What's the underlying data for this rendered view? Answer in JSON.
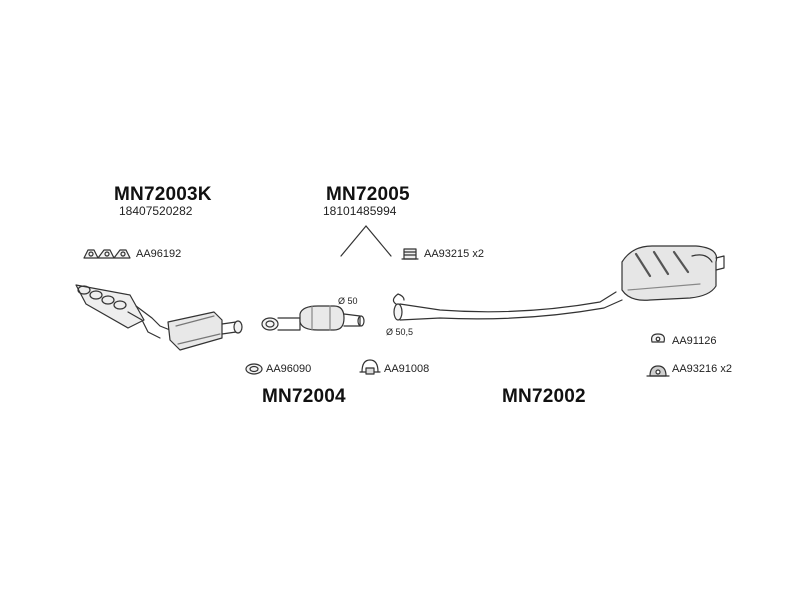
{
  "assemblies": {
    "manifold": {
      "code": "MN72003K",
      "part_number": "18407520282"
    },
    "front_pipe": {
      "code": "MN72005",
      "part_number": "18101485994"
    },
    "middle": {
      "code": "MN72004"
    },
    "rear": {
      "code": "MN72002"
    }
  },
  "accessories": {
    "manifold_gasket": {
      "ref": "AA96192"
    },
    "ring_gasket": {
      "ref": "AA96090"
    },
    "clamp": {
      "ref": "AA91008"
    },
    "bracket": {
      "ref": "AA93215",
      "qty": "x2"
    },
    "hanger": {
      "ref": "AA91126"
    },
    "rubber_mount": {
      "ref": "AA93216",
      "qty": "x2"
    }
  },
  "dimensions": {
    "diameter_1": "Ø 50",
    "diameter_2": "Ø 50,5"
  },
  "colors": {
    "line": "#333333",
    "fill": "#f2f2f2",
    "shade": "#cfcfcf"
  }
}
